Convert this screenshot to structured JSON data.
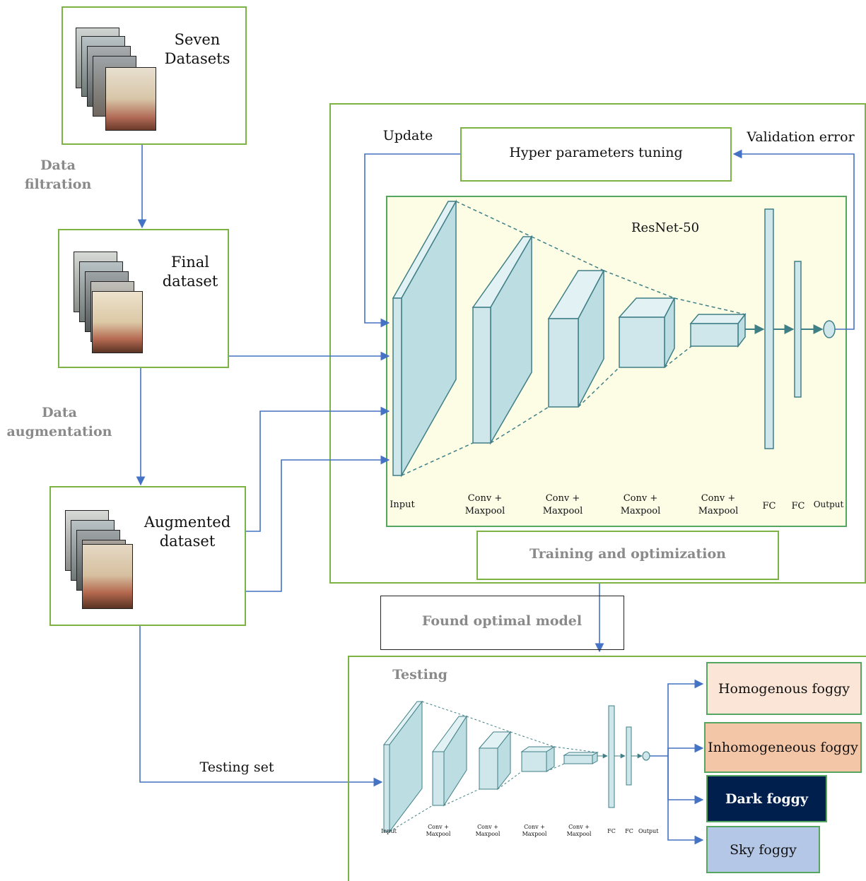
{
  "datasets": {
    "seven": "Seven\nDatasets",
    "final": "Final\ndataset",
    "augmented": "Augmented\ndataset"
  },
  "steps": {
    "filtration": "Data\nfiltration",
    "augmentation": "Data\naugmentation"
  },
  "training": {
    "update": "Update",
    "validation_error": "Validation error",
    "hyper": "Hyper parameters tuning",
    "model": "ResNet-50",
    "title": "Training and optimization",
    "layers": [
      "Input",
      "Conv +\nMaxpool",
      "Conv +\nMaxpool",
      "Conv +\nMaxpool",
      "Conv +\nMaxpool",
      "FC",
      "FC",
      "Output"
    ]
  },
  "optimal": "Found optimal model",
  "testing": {
    "title": "Testing",
    "set": "Testing set",
    "layers": [
      "Input",
      "Conv +\nMaxpool",
      "Conv +\nMaxpool",
      "Conv +\nMaxpool",
      "Conv +\nMaxpool",
      "FC",
      "FC",
      "Output"
    ]
  },
  "classes": [
    {
      "label": "Homogenous foggy",
      "bg": "#fbe5d6",
      "fg": "#111111"
    },
    {
      "label": "Inhomogeneous foggy",
      "bg": "#f4c6a8",
      "fg": "#111111"
    },
    {
      "label": "Dark foggy",
      "bg": "#001f4d",
      "fg": "#ffffff"
    },
    {
      "label": "Sky foggy",
      "bg": "#b4c7e7",
      "fg": "#111111"
    }
  ],
  "colors": {
    "green": "#7cb342",
    "arrow": "#4472c4",
    "panel": "#fdfde6",
    "block": "#cfe6ea"
  }
}
